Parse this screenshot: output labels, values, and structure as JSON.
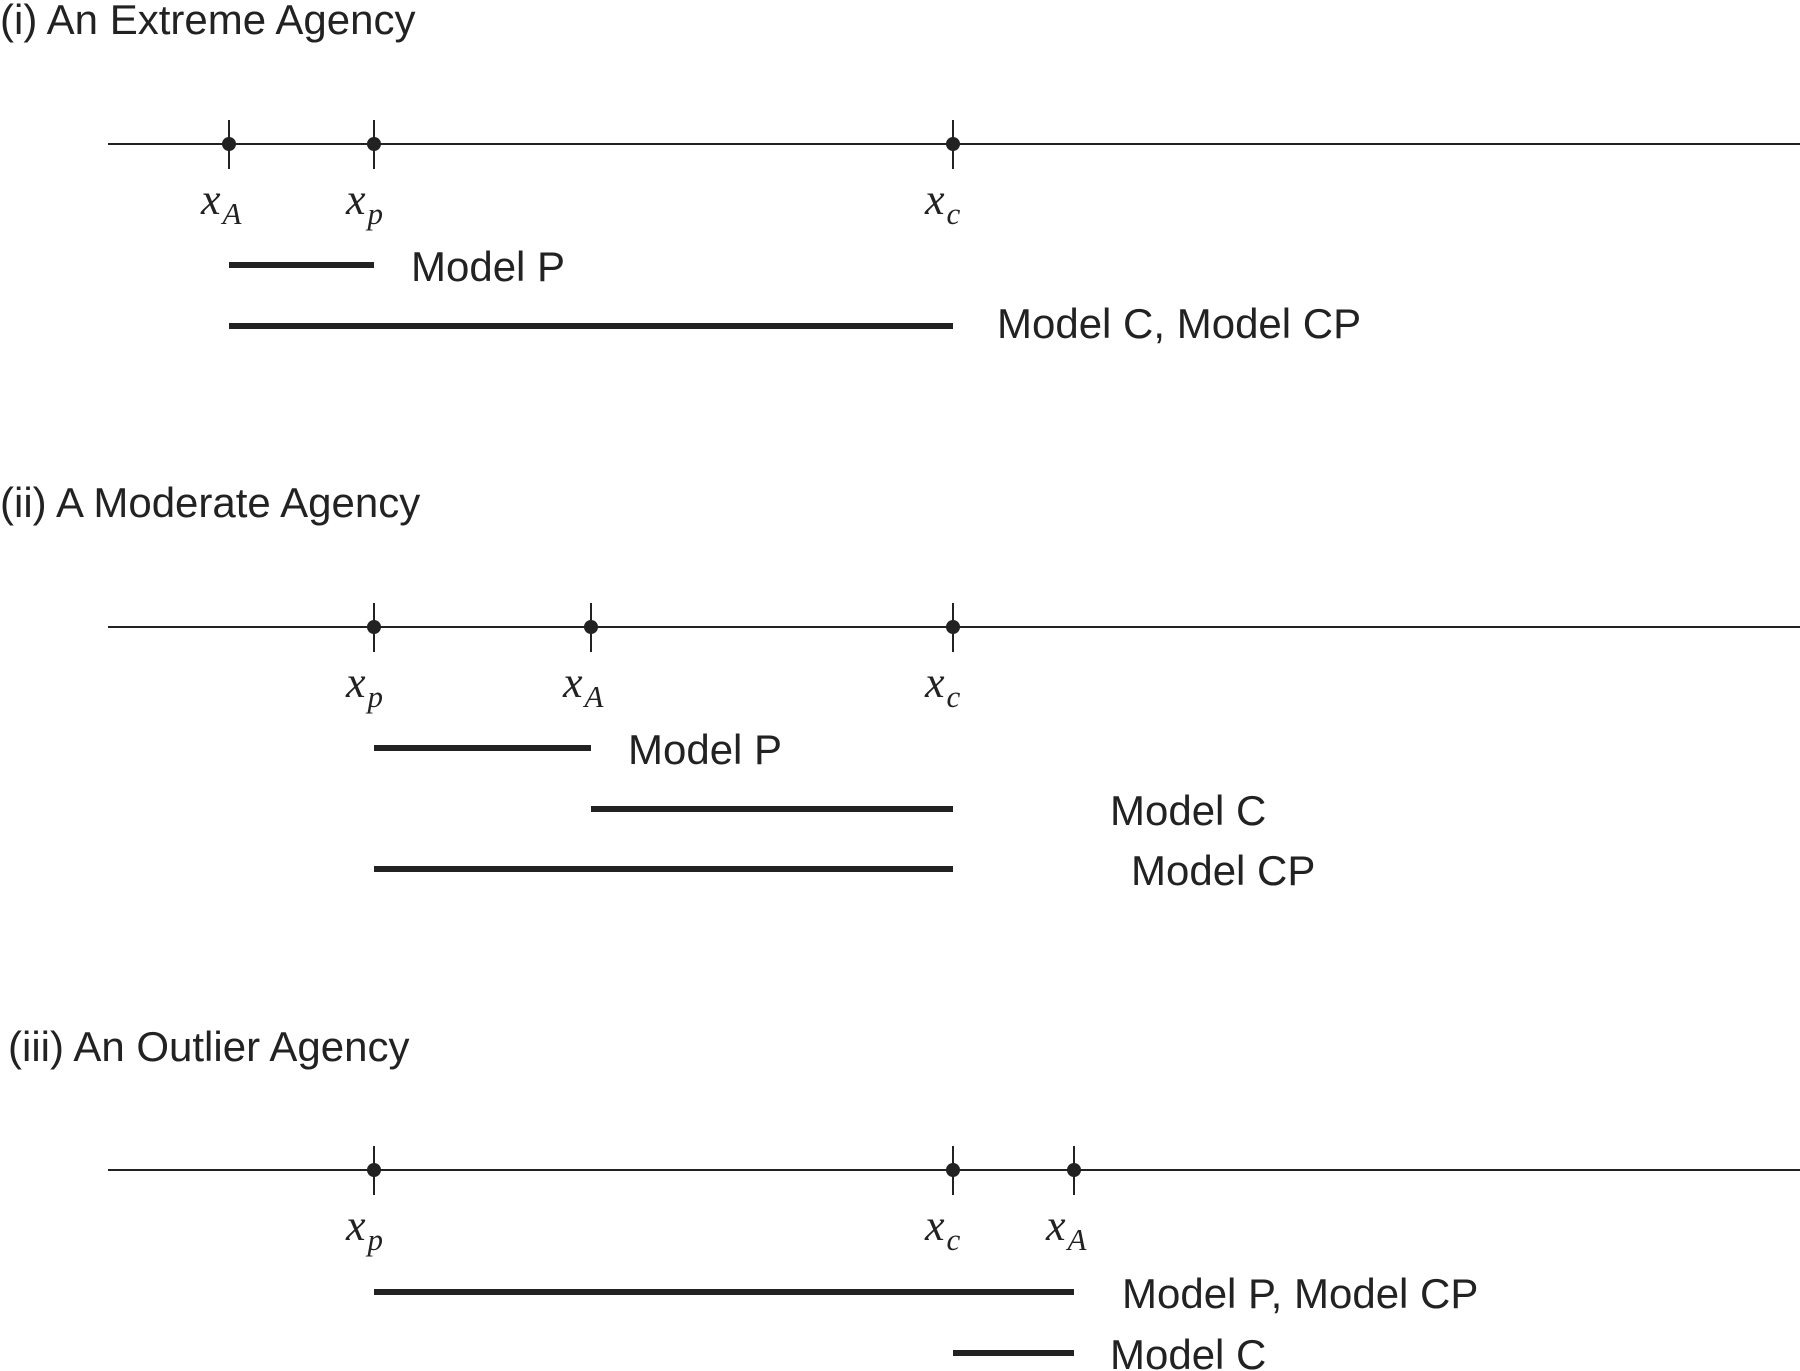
{
  "panels": [
    {
      "title": "(i) An Extreme Agency",
      "points": [
        {
          "id": "A",
          "base": "x",
          "sub": "A"
        },
        {
          "id": "p",
          "base": "x",
          "sub": "p"
        },
        {
          "id": "c",
          "base": "x",
          "sub": "c"
        }
      ],
      "ranges": [
        {
          "from": "A",
          "to": "p",
          "label": "Model P"
        },
        {
          "from": "A",
          "to": "c",
          "label": "Model C, Model CP"
        }
      ]
    },
    {
      "title": "(ii) A Moderate Agency",
      "points": [
        {
          "id": "p",
          "base": "x",
          "sub": "p"
        },
        {
          "id": "A",
          "base": "x",
          "sub": "A"
        },
        {
          "id": "c",
          "base": "x",
          "sub": "c"
        }
      ],
      "ranges": [
        {
          "from": "p",
          "to": "A",
          "label": "Model P"
        },
        {
          "from": "A",
          "to": "c",
          "label": "Model C"
        },
        {
          "from": "p",
          "to": "c",
          "label": "Model CP"
        }
      ]
    },
    {
      "title": "(iii) An Outlier Agency",
      "points": [
        {
          "id": "p",
          "base": "x",
          "sub": "p"
        },
        {
          "id": "c",
          "base": "x",
          "sub": "c"
        },
        {
          "id": "A",
          "base": "x",
          "sub": "A"
        }
      ],
      "ranges": [
        {
          "from": "p",
          "to": "A",
          "label": "Model P, Model CP"
        },
        {
          "from": "c",
          "to": "A",
          "label": "Model C"
        }
      ]
    }
  ]
}
